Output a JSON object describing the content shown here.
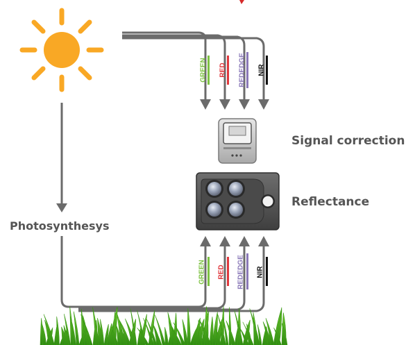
{
  "labels": {
    "signal_correction": "Signal correction",
    "reflectance": "Reflectance",
    "photosynthesis": "Photosynthesys"
  },
  "bands": [
    {
      "name": "GREEN",
      "color": "#7dc242"
    },
    {
      "name": "RED",
      "color": "#e0393e"
    },
    {
      "name": "REDEDGE",
      "color": "#8a78b8"
    },
    {
      "name": "NIR",
      "color": "#111111"
    }
  ],
  "colors": {
    "arrow": "#6b6b6b",
    "sun": "#f9a825",
    "label_text": "#555555",
    "grass": "#4caf1a"
  },
  "icons": {
    "sun": "sun-icon",
    "sensor": "sunshine-sensor-icon",
    "camera": "multispectral-camera-icon",
    "grass": "grass-icon"
  }
}
